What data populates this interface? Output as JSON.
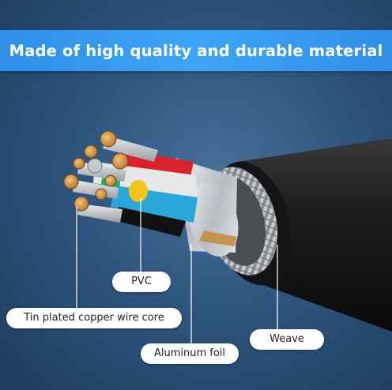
{
  "banner": {
    "title": "Made of high quality and durable material"
  },
  "labels": {
    "pvc": "PVC",
    "tin_core": "Tin plated copper wire core",
    "aluminum_foil": "Aluminum foil",
    "weave": "Weave"
  },
  "colors": {
    "banner": "#3a9cf2",
    "background": "#2e557e",
    "jacket": "#1a1a1a",
    "red_wire": "#d8222c",
    "blue_wire": "#2aa6d8",
    "yellow_wire": "#f0c419",
    "black_wire": "#111111",
    "copper": "#d79a45"
  }
}
